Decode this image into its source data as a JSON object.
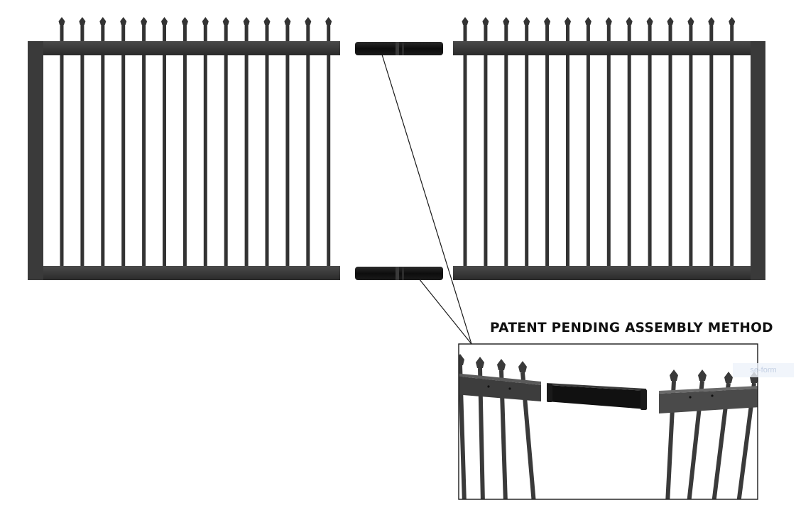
{
  "diagram": {
    "caption": "PATENT PENDING ASSEMBLY METHOD",
    "overlay_label": "se-form",
    "colors": {
      "metal": "#333333",
      "connector": "#111111",
      "inset_border": "#1a1a1a",
      "callout_line": "#1a1a1a",
      "background": "#ffffff"
    },
    "left_panel": {
      "picket_count": 14,
      "spear_tops": true
    },
    "right_panel": {
      "picket_count": 14,
      "spear_tops": true
    },
    "connectors": {
      "count": 2
    },
    "detail_inset": {
      "left_rail_picket_count": 4,
      "right_rail_picket_count": 4,
      "connector_icon": "tube-connector-icon"
    }
  }
}
